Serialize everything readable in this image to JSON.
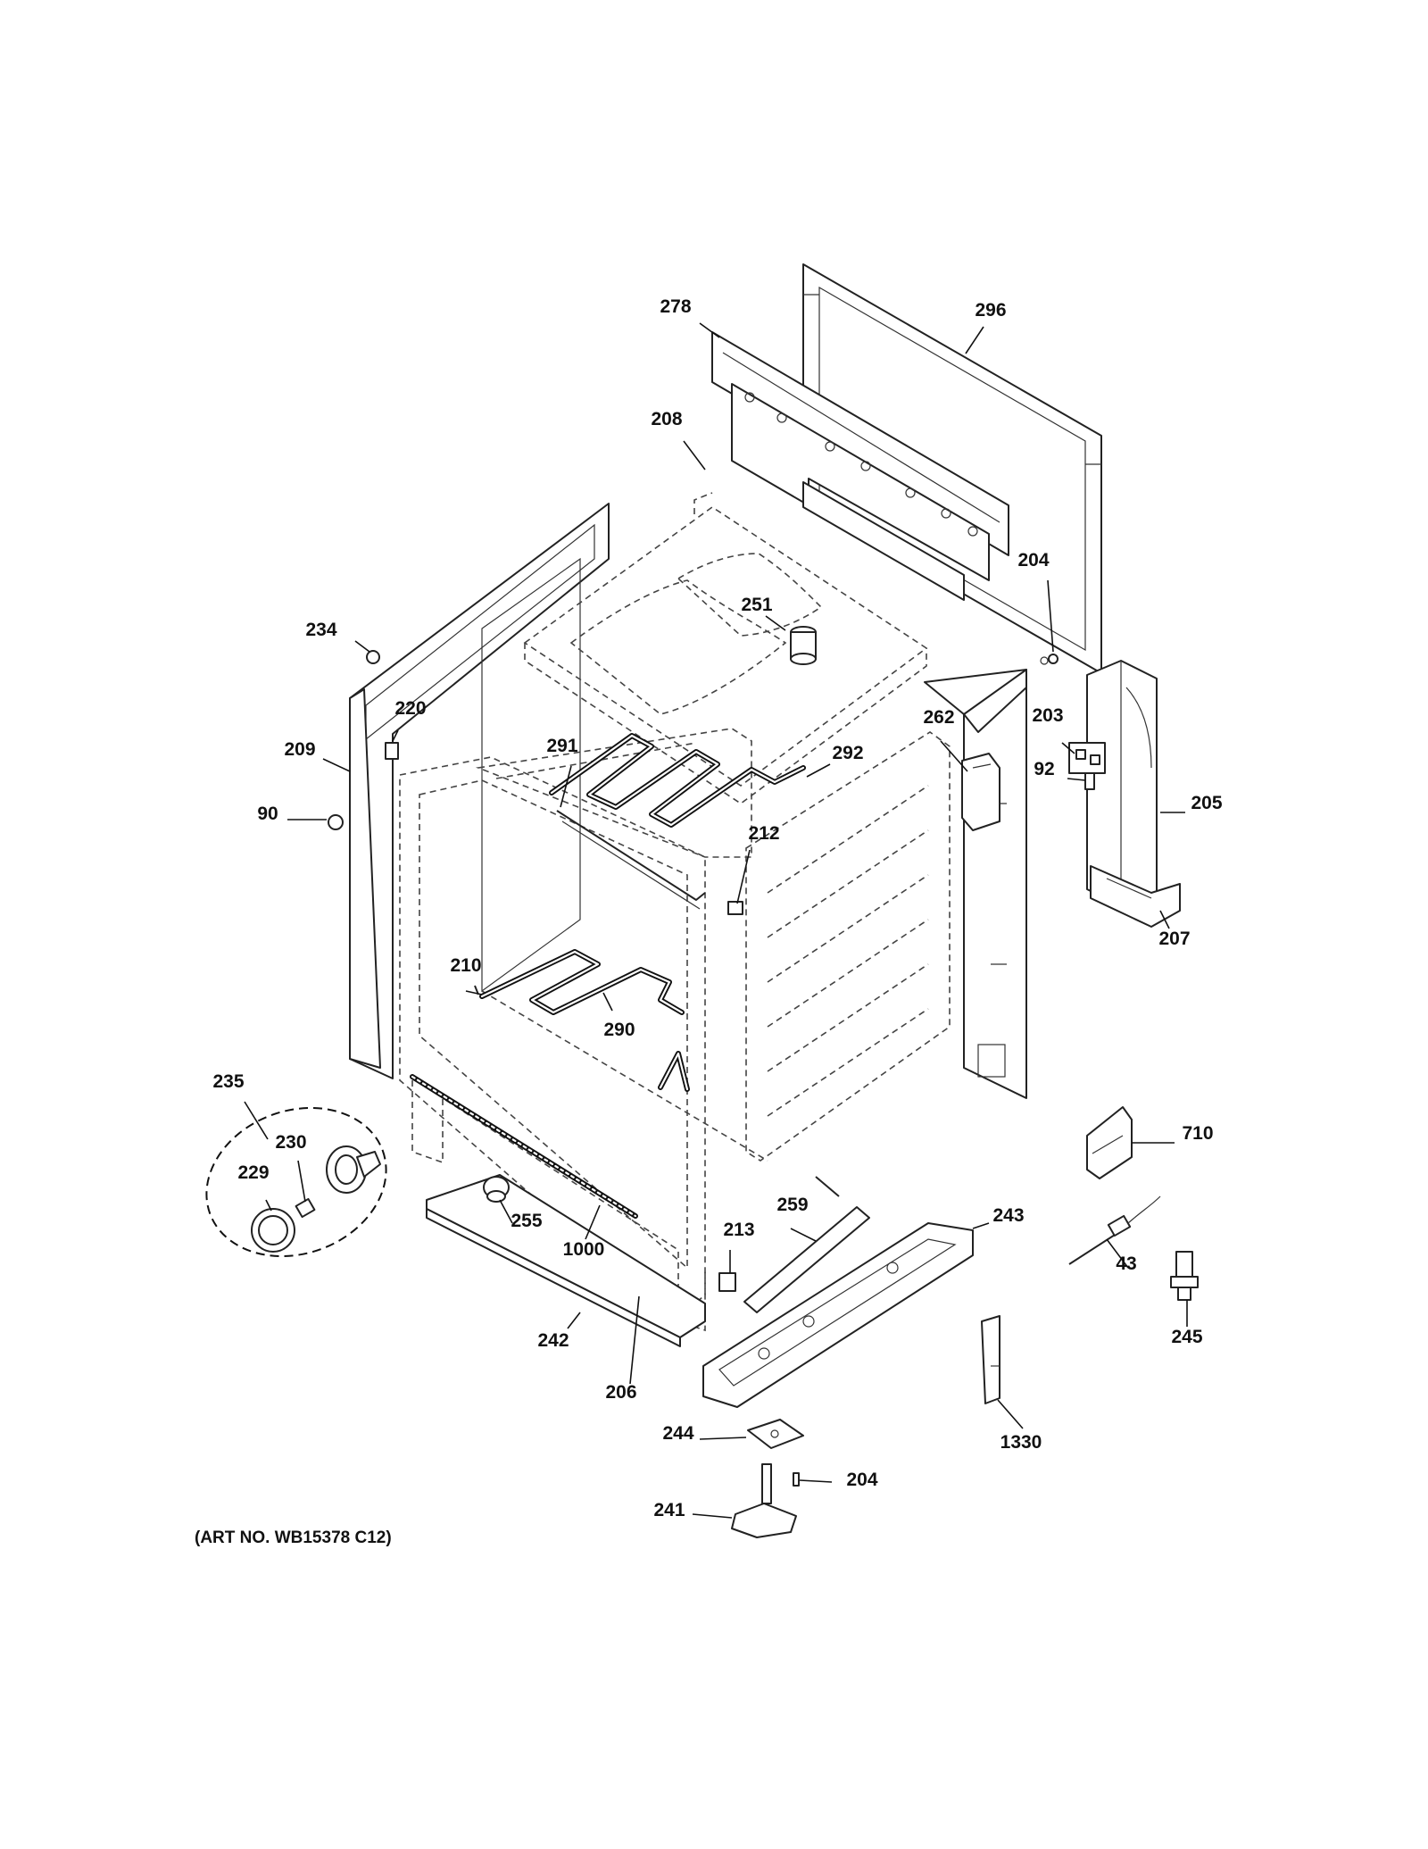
{
  "caption": "(ART NO. WB15378 C12)",
  "callouts": [
    {
      "id": "c278",
      "label": "278"
    },
    {
      "id": "c296",
      "label": "296"
    },
    {
      "id": "c208",
      "label": "208"
    },
    {
      "id": "c204a",
      "label": "204"
    },
    {
      "id": "c251",
      "label": "251"
    },
    {
      "id": "c234",
      "label": "234"
    },
    {
      "id": "c220",
      "label": "220"
    },
    {
      "id": "c209",
      "label": "209"
    },
    {
      "id": "c90",
      "label": "90"
    },
    {
      "id": "c291",
      "label": "291"
    },
    {
      "id": "c262",
      "label": "262"
    },
    {
      "id": "c292",
      "label": "292"
    },
    {
      "id": "c203",
      "label": "203"
    },
    {
      "id": "c92",
      "label": "92"
    },
    {
      "id": "c205",
      "label": "205"
    },
    {
      "id": "c212",
      "label": "212"
    },
    {
      "id": "c207",
      "label": "207"
    },
    {
      "id": "c210",
      "label": "210"
    },
    {
      "id": "c290",
      "label": "290"
    },
    {
      "id": "c235",
      "label": "235"
    },
    {
      "id": "c230",
      "label": "230"
    },
    {
      "id": "c229",
      "label": "229"
    },
    {
      "id": "c710",
      "label": "710"
    },
    {
      "id": "c255",
      "label": "255"
    },
    {
      "id": "c1000",
      "label": "1000"
    },
    {
      "id": "c213",
      "label": "213"
    },
    {
      "id": "c259",
      "label": "259"
    },
    {
      "id": "c243",
      "label": "243"
    },
    {
      "id": "c43",
      "label": "43"
    },
    {
      "id": "c245",
      "label": "245"
    },
    {
      "id": "c242",
      "label": "242"
    },
    {
      "id": "c206",
      "label": "206"
    },
    {
      "id": "c1330",
      "label": "1330"
    },
    {
      "id": "c244",
      "label": "244"
    },
    {
      "id": "c204b",
      "label": "204"
    },
    {
      "id": "c241",
      "label": "241"
    }
  ]
}
